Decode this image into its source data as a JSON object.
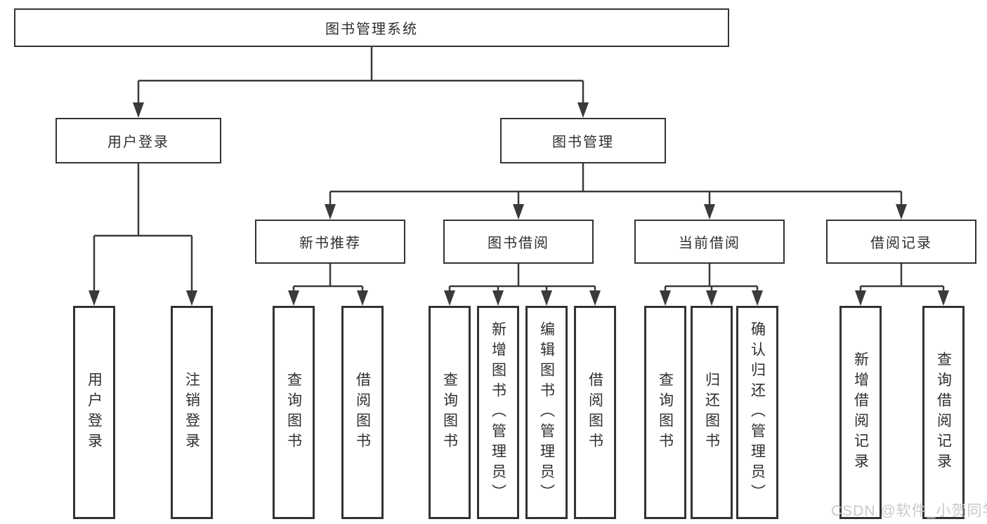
{
  "diagram": {
    "root": {
      "label": "图书管理系统"
    },
    "level2": [
      {
        "label": "用户登录"
      },
      {
        "label": "图书管理"
      }
    ],
    "level3": [
      {
        "label": "新书推荐",
        "parent": "图书管理"
      },
      {
        "label": "图书借阅",
        "parent": "图书管理"
      },
      {
        "label": "当前借阅",
        "parent": "图书管理"
      },
      {
        "label": "借阅记录",
        "parent": "图书管理"
      }
    ],
    "level4": [
      {
        "label": "用户登录",
        "parent": "用户登录"
      },
      {
        "label": "注销登录",
        "parent": "用户登录"
      },
      {
        "label": "查询图书",
        "parent": "新书推荐"
      },
      {
        "label": "借阅图书",
        "parent": "新书推荐"
      },
      {
        "label": "查询图书",
        "parent": "图书借阅"
      },
      {
        "label": "新增图书（管理员）",
        "parent": "图书借阅"
      },
      {
        "label": "编辑图书（管理员）",
        "parent": "图书借阅"
      },
      {
        "label": "借阅图书",
        "parent": "图书借阅"
      },
      {
        "label": "查询图书",
        "parent": "当前借阅"
      },
      {
        "label": "归还图书",
        "parent": "当前借阅"
      },
      {
        "label": "确认归还（管理员）",
        "parent": "当前借阅"
      },
      {
        "label": "新增借阅记录",
        "parent": "借阅记录"
      },
      {
        "label": "查询借阅记录",
        "parent": "借阅记录"
      }
    ]
  },
  "watermark": {
    "text": "CSDN @软件_小贺同学"
  },
  "colors": {
    "line": "#3a3a3a",
    "box_border": "#333333",
    "text": "#2f2f2f",
    "watermark": "#c9c9c9",
    "background": "#ffffff"
  }
}
